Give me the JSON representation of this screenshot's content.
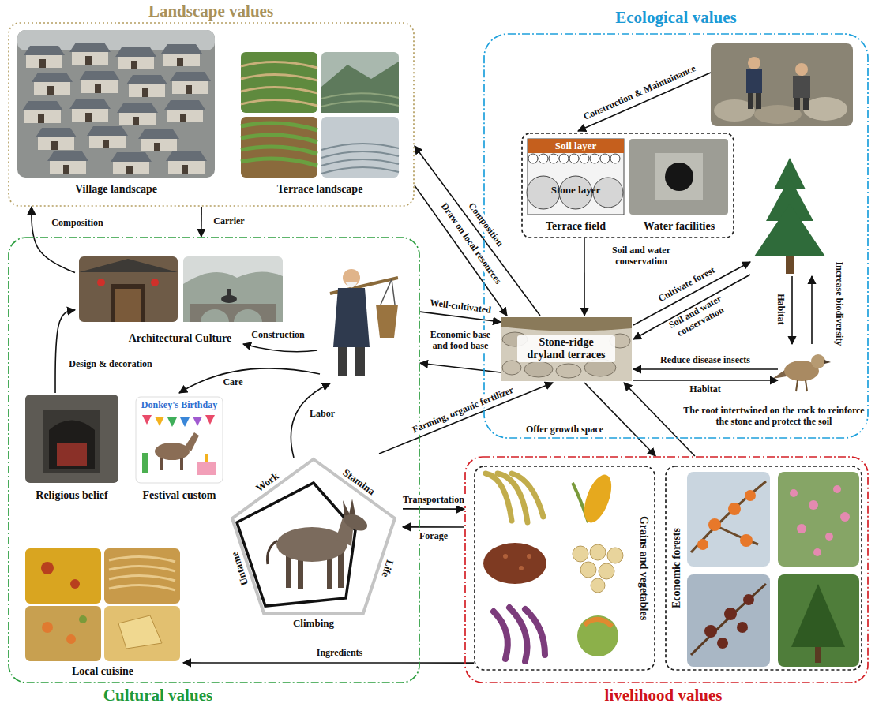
{
  "diagram": {
    "nodes": [
      {
        "text": [
          "Landscape values"
        ]
      },
      {
        "text": [
          "Village landscape"
        ],
        "in": 0
      },
      {
        "text": [
          "Terrace landscape"
        ],
        "in": 0
      },
      {
        "text": [
          "Ecological values"
        ]
      },
      {
        "text": [
          "Soil layer",
          "Stone layer",
          "Terrace field",
          "Water facilities"
        ],
        "in": 3
      },
      {
        "text": [
          "Stone-ridge dryland terraces"
        ],
        "in": 3
      },
      {
        "text": [
          "Cultural values"
        ]
      },
      {
        "text": [
          "Architectural Culture"
        ],
        "in": 6
      },
      {
        "text": [
          "Religious belief"
        ],
        "in": 6
      },
      {
        "text": [
          "Donkey's Birthday",
          "Festival custom"
        ],
        "in": 6
      },
      {
        "text": [
          "Local cuisine"
        ],
        "in": 6
      },
      {
        "text": [
          "Work",
          "Stamina",
          "Life",
          "Climbing",
          "Untame"
        ],
        "in": 6
      },
      {
        "text": [
          "livelihood values"
        ]
      },
      {
        "text": [
          "Grains and vegetables"
        ],
        "in": 12
      },
      {
        "text": [
          "Economic forests"
        ],
        "in": 12
      }
    ],
    "edges": [
      {
        "from": 5,
        "to": 0,
        "label": "Composition",
        "arrow": "to"
      },
      {
        "from": 0,
        "to": 5,
        "label": "Draw on local resources",
        "arrow": "to"
      },
      {
        "from": 0,
        "to": 6,
        "label": "Carrier",
        "arrow": "to"
      },
      {
        "from": 7,
        "to": 0,
        "label": "Composition",
        "arrow": "to"
      },
      {
        "from": 8,
        "to": 7,
        "label": "Design & decoration",
        "arrow": "to"
      },
      {
        "from": 6,
        "to": 5,
        "label": "Well-cultivated",
        "arrow": "to"
      },
      {
        "from": 5,
        "to": 6,
        "label": "Economic base and food base",
        "arrow": "to"
      },
      {
        "from": 11,
        "to": 5,
        "label": "Farming, organic fertilizer",
        "arrow": "to"
      },
      {
        "from": 11,
        "to": 12,
        "label": "Transportation",
        "arrow": "to"
      },
      {
        "from": 12,
        "to": 11,
        "label": "Forage",
        "arrow": "to"
      },
      {
        "from": 13,
        "to": 10,
        "label": "Ingredients",
        "arrow": "to"
      },
      {
        "from": 4,
        "to": 5,
        "label": "Soil and water conservation",
        "arrow": "to"
      },
      {
        "from": 5,
        "to": 12,
        "label": "Offer growth space",
        "arrow": "to"
      },
      {
        "from": 12,
        "to": 5,
        "label": "The root intertwined on the rock to reinforce the stone and protect the soil",
        "arrow": "to"
      }
    ],
    "labels": [
      "Construction & Maintainance",
      "Cultivate forest",
      "Soil and water conservation",
      "Habitat",
      "Increase biodiversity",
      "Reduce disease insects",
      "Habitat",
      "Construction",
      "Care",
      "Labor"
    ]
  }
}
